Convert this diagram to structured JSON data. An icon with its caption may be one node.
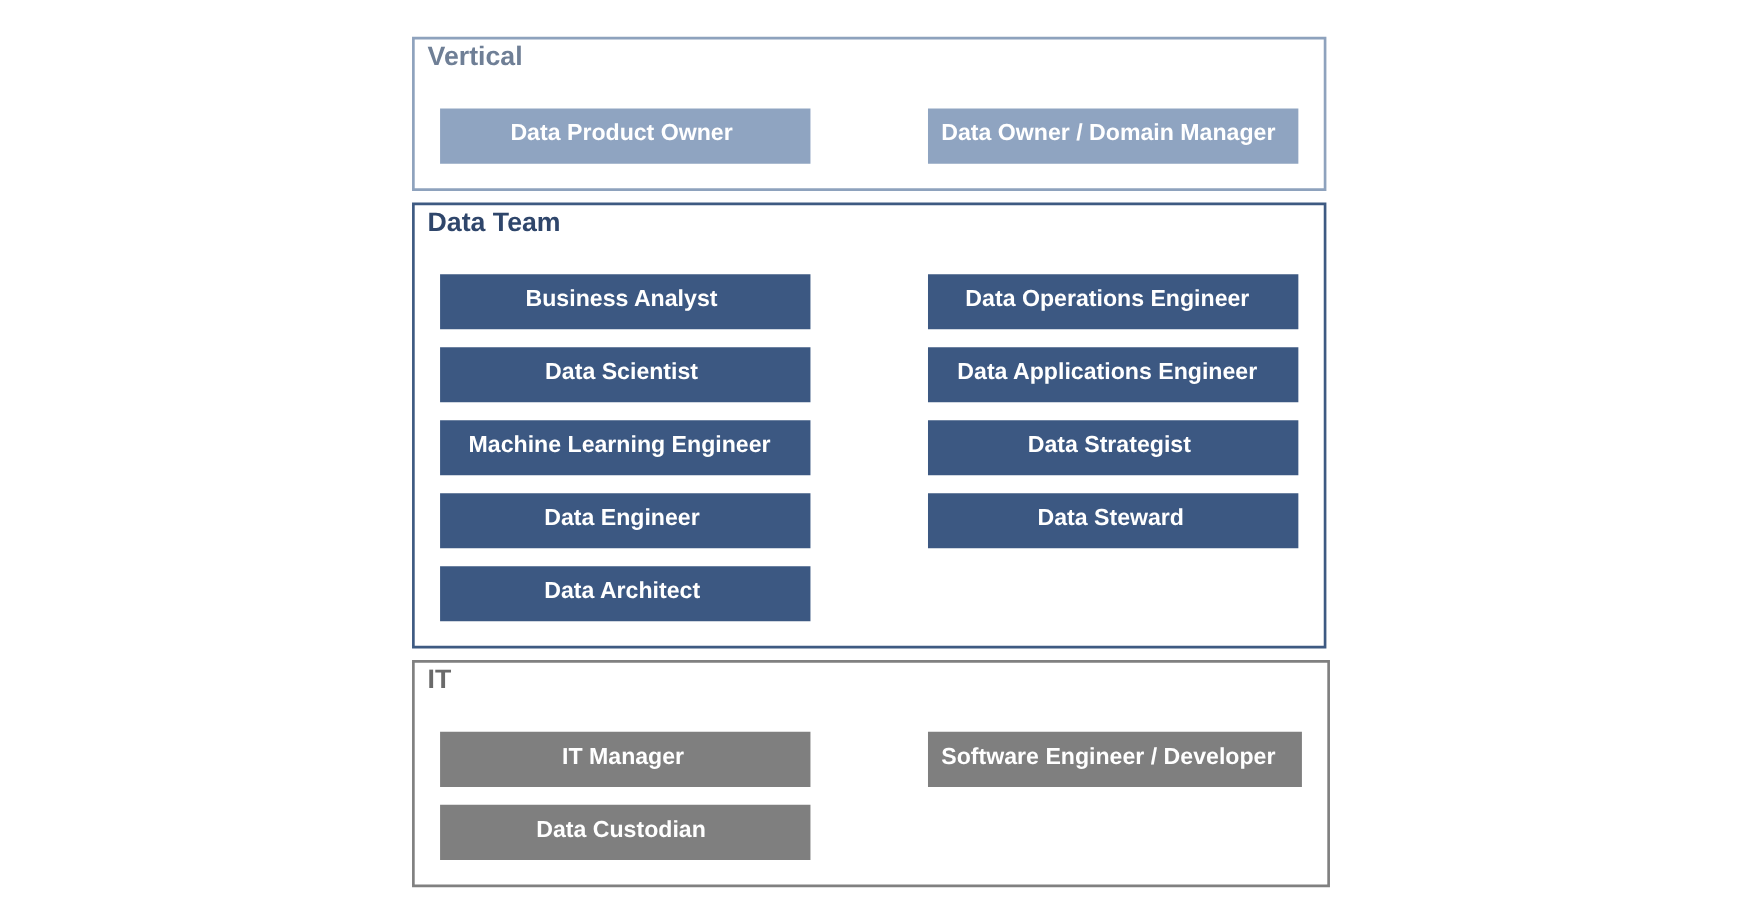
{
  "diagram": {
    "nodes": [
      {
        "text": [
          "Vertical"
        ]
      },
      {
        "text": [
          "Data Product Owner"
        ],
        "in": 0
      },
      {
        "text": [
          "Data Owner / Domain Manager"
        ],
        "in": 0
      },
      {
        "text": [
          "Data Team"
        ]
      },
      {
        "text": [
          "Business Analyst"
        ],
        "in": 3
      },
      {
        "text": [
          "Data Operations Engineer"
        ],
        "in": 3
      },
      {
        "text": [
          "Data Scientist"
        ],
        "in": 3
      },
      {
        "text": [
          "Data Applications Engineer"
        ],
        "in": 3
      },
      {
        "text": [
          "Machine Learning Engineer"
        ],
        "in": 3
      },
      {
        "text": [
          "Data Strategist"
        ],
        "in": 3
      },
      {
        "text": [
          "Data Engineer"
        ],
        "in": 3
      },
      {
        "text": [
          "Data Steward"
        ],
        "in": 3
      },
      {
        "text": [
          "Data Architect"
        ],
        "in": 3
      },
      {
        "text": [
          "IT"
        ]
      },
      {
        "text": [
          "IT Manager"
        ],
        "in": 13
      },
      {
        "text": [
          "Software Engineer / Developer"
        ],
        "in": 13
      },
      {
        "text": [
          "Data Custodian"
        ],
        "in": 13
      }
    ]
  }
}
